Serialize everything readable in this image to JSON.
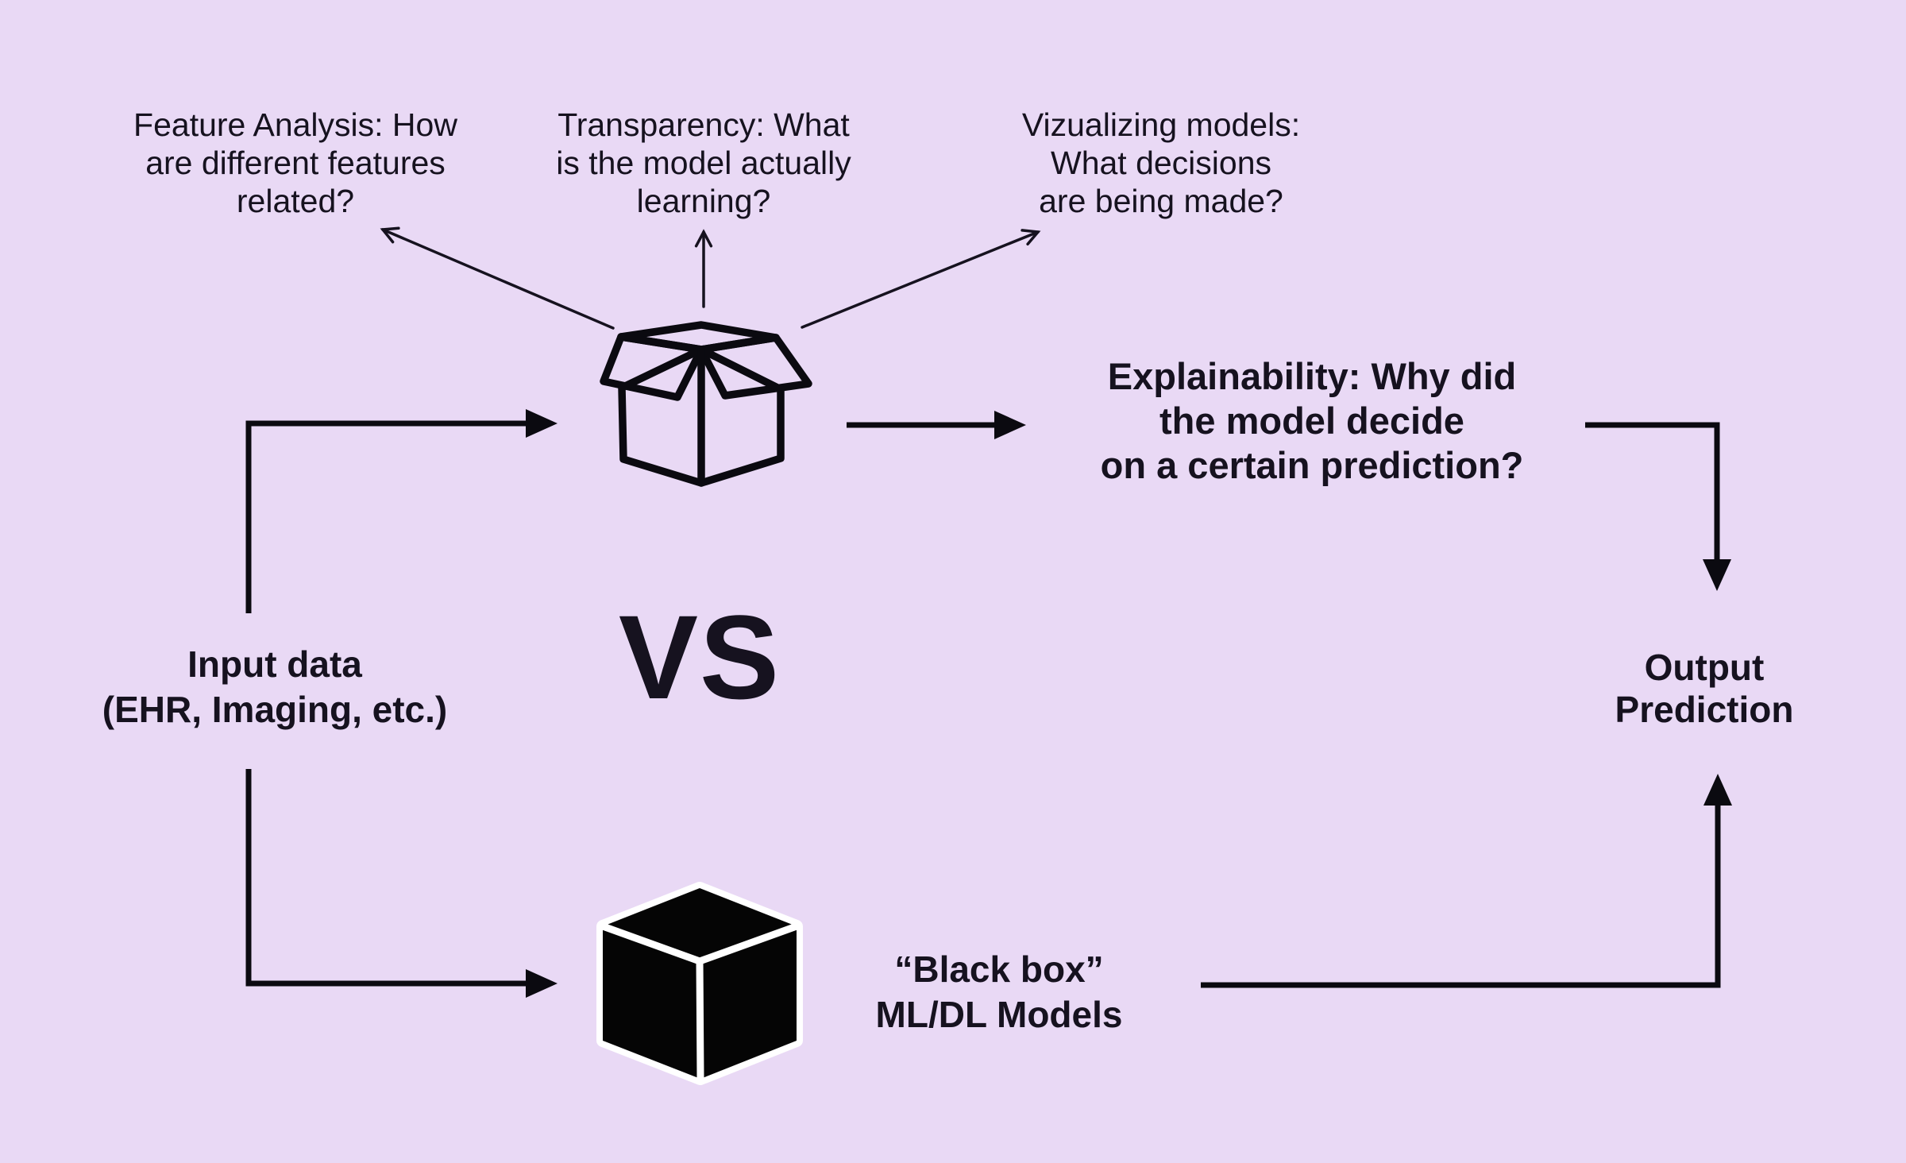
{
  "diagram": {
    "title_hint": "Explainable (open box) vs black box ML models",
    "colors": {
      "background": "#e9d9f5",
      "text": "#16121f",
      "line": "#0b0a10",
      "cube_fill": "#050505",
      "cube_edge": "#ffffff"
    },
    "annotations": {
      "feature_analysis": "Feature Analysis: How\nare different features\nrelated?",
      "transparency": "Transparency: What\nis the model actually\nlearning?",
      "vizualizing": "Vizualizing models:\nWhat decisions\nare being made?"
    },
    "nodes": {
      "explainability": "Explainability: Why did\nthe model decide\non a certain prediction?",
      "input_data": "Input data\n(EHR, Imaging, etc.)",
      "versus": "VS",
      "output_prediction": "Output\nPrediction",
      "black_box": "“Black box”\nML/DL Models"
    },
    "icons": {
      "open_box": "open-box-icon",
      "black_cube": "black-cube-icon"
    }
  }
}
